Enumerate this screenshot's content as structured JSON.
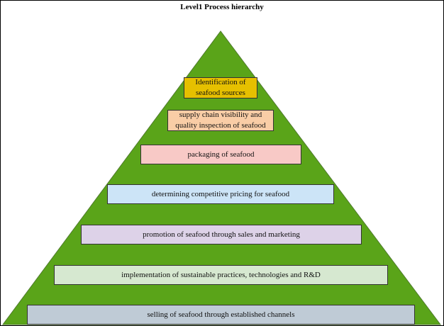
{
  "title": "Level1 Process hierarchy",
  "colors": {
    "pyramid_fill": "#5aa419",
    "pyramid_stroke": "#4e7a2c"
  },
  "levels": [
    {
      "label": "Identification of seafood sources",
      "color": "#e6c000"
    },
    {
      "label": "supply chain visibility and quality inspection of seafood",
      "color": "#f9cda6"
    },
    {
      "label": "packaging of seafood",
      "color": "#f8c9c6"
    },
    {
      "label": "determining competitive pricing for seafood",
      "color": "#cce4f7"
    },
    {
      "label": "promotion of seafood through sales and marketing",
      "color": "#ddd2e8"
    },
    {
      "label": "implementation of sustainable practices, technologies and R&D",
      "color": "#d6e8d0"
    },
    {
      "label": "selling of seafood through established channels",
      "color": "#bfcbd6"
    }
  ]
}
